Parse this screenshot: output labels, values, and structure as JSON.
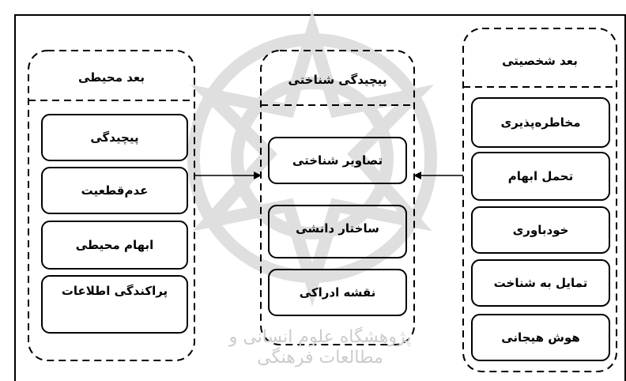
{
  "colors": {
    "stroke": "#000000",
    "watermark": "#d9d9d9",
    "background": "#ffffff"
  },
  "arrows": {
    "style": "solid-black-arrowhead",
    "direction": "inward-to-center"
  },
  "watermark": {
    "logo_icon": "arabesque-star-emblem",
    "text": "پژوهشگاه علوم انسانی و مطالعات فرهنگی"
  },
  "environmental": {
    "title": "بعد محیطی",
    "items": [
      "پیچیدگی",
      "عدم‌قطعیت",
      "ابهام محیطی",
      "پراکندگی اطلاعات"
    ]
  },
  "cognitive": {
    "title": "پیچیدگی شناختی",
    "items": [
      "تصاویر شناختی",
      "ساختار دانشی",
      "نقشه ادراکی"
    ]
  },
  "personality": {
    "title": "بعد شخصیتی",
    "items": [
      "مخاطره‌پذیری",
      "تحمل ابهام",
      "خودباوری",
      "تمایل به شناخت",
      "هوش هیجانی"
    ]
  }
}
